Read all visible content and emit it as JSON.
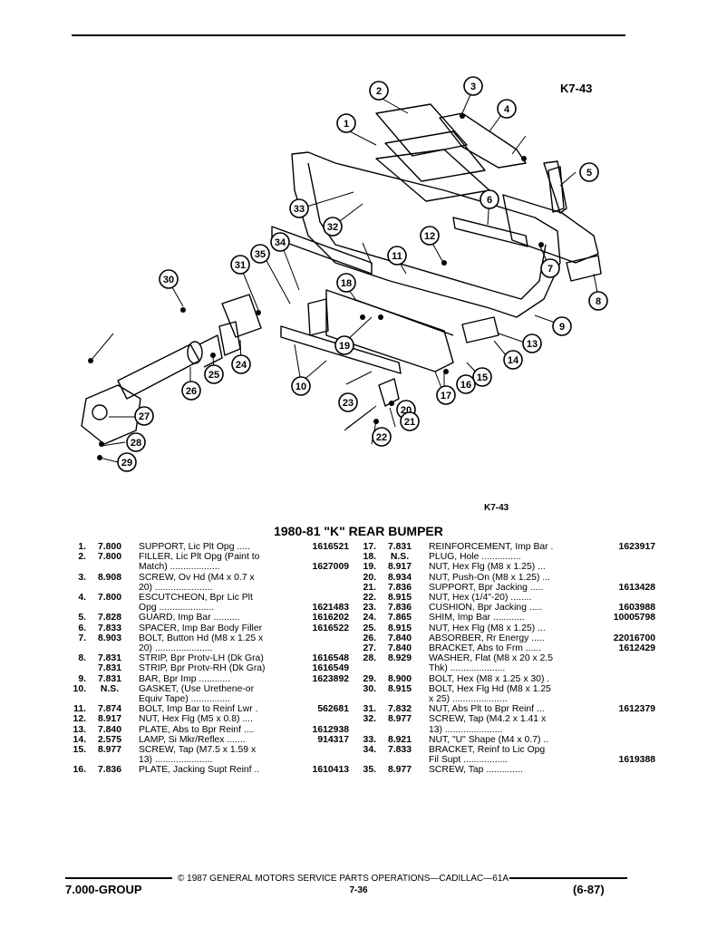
{
  "figure_ref_top": "K7-43",
  "figure_ref_bottom": "K7-43",
  "title": "1980-81 \"K\" REAR BUMPER",
  "callouts": [
    "1",
    "2",
    "3",
    "4",
    "5",
    "6",
    "7",
    "8",
    "9",
    "10",
    "11",
    "12",
    "13",
    "14",
    "15",
    "16",
    "17",
    "18",
    "19",
    "20",
    "21",
    "22",
    "23",
    "24",
    "25",
    "26",
    "27",
    "28",
    "29",
    "30",
    "31",
    "32",
    "33",
    "34",
    "35"
  ],
  "parts_left": [
    {
      "num": "1.",
      "grp": "7.800",
      "desc": "SUPPORT, Lic Plt Opg .....",
      "pn": "1616521"
    },
    {
      "num": "2.",
      "grp": "7.800",
      "desc": "FILLER, Lic Plt Opg (Paint to\nMatch) ...................",
      "pn": "1627009"
    },
    {
      "num": "3.",
      "grp": "8.908",
      "desc": "SCREW, Ov Hd (M4 x 0.7 x\n20) ......................",
      "pn": ""
    },
    {
      "num": "4.",
      "grp": "7.800",
      "desc": "ESCUTCHEON, Bpr Lic Plt\nOpg .....................",
      "pn": "1621483"
    },
    {
      "num": "5.",
      "grp": "7.828",
      "desc": "GUARD, Imp Bar ..........",
      "pn": "1616202"
    },
    {
      "num": "6.",
      "grp": "7.833",
      "desc": "SPACER, Imp Bar Body Filler",
      "pn": "1616522"
    },
    {
      "num": "7.",
      "grp": "8.903",
      "desc": "BOLT, Button Hd (M8 x 1.25 x\n20) ......................",
      "pn": ""
    },
    {
      "num": "8.",
      "grp": "7.831",
      "desc": "STRIP, Bpr Protv-LH (Dk Gra)",
      "pn": "1616548"
    },
    {
      "num": "",
      "grp": "7.831",
      "desc": "STRIP, Bpr Protv-RH (Dk Gra)",
      "pn": "1616549"
    },
    {
      "num": "9.",
      "grp": "7.831",
      "desc": "BAR, Bpr Imp ............",
      "pn": "1623892"
    },
    {
      "num": "10.",
      "grp": "N.S.",
      "desc": "GASKET, (Use Urethene-or\nEquiv Tape) ...............",
      "pn": ""
    },
    {
      "num": "11.",
      "grp": "7.874",
      "desc": "BOLT, Imp Bar to Reinf Lwr .",
      "pn": "562681"
    },
    {
      "num": "12.",
      "grp": "8.917",
      "desc": "NUT, Hex Flg (M5 x 0.8) ....",
      "pn": ""
    },
    {
      "num": "13.",
      "grp": "7.840",
      "desc": "PLATE, Abs to Bpr Reinf ....",
      "pn": "1612938"
    },
    {
      "num": "14.",
      "grp": "2.575",
      "desc": "LAMP, Si Mkr/Reflex .......",
      "pn": "914317"
    },
    {
      "num": "15.",
      "grp": "8.977",
      "desc": "SCREW, Tap (M7.5 x 1.59 x\n13) ......................",
      "pn": ""
    },
    {
      "num": "16.",
      "grp": "7.836",
      "desc": "PLATE, Jacking Supt Reinf ..",
      "pn": "1610413"
    }
  ],
  "parts_right": [
    {
      "num": "17.",
      "grp": "7.831",
      "desc": "REINFORCEMENT, Imp Bar .",
      "pn": "1623917"
    },
    {
      "num": "18.",
      "grp": "N.S.",
      "desc": "PLUG, Hole ...............",
      "pn": ""
    },
    {
      "num": "19.",
      "grp": "8.917",
      "desc": "NUT, Hex Flg (M8 x 1.25) ...",
      "pn": ""
    },
    {
      "num": "20.",
      "grp": "8.934",
      "desc": "NUT, Push-On (M8 x 1.25) ...",
      "pn": ""
    },
    {
      "num": "21.",
      "grp": "7.836",
      "desc": "SUPPORT, Bpr Jacking .....",
      "pn": "1613428"
    },
    {
      "num": "22.",
      "grp": "8.915",
      "desc": "NUT, Hex (1/4\"-20) ........",
      "pn": ""
    },
    {
      "num": "23.",
      "grp": "7.836",
      "desc": "CUSHION, Bpr Jacking .....",
      "pn": "1603988"
    },
    {
      "num": "24.",
      "grp": "7.865",
      "desc": "SHIM, Imp Bar ............",
      "pn": "10005798"
    },
    {
      "num": "25.",
      "grp": "8.915",
      "desc": "NUT, Hex Flg (M8 x 1.25) ...",
      "pn": ""
    },
    {
      "num": "26.",
      "grp": "7.840",
      "desc": "ABSORBER, Rr Energy .....",
      "pn": "22016700"
    },
    {
      "num": "27.",
      "grp": "7.840",
      "desc": "BRACKET, Abs to Frm ......",
      "pn": "1612429"
    },
    {
      "num": "28.",
      "grp": "8.929",
      "desc": "WASHER, Flat (M8 x 20 x 2.5\nThk) .....................",
      "pn": ""
    },
    {
      "num": "29.",
      "grp": "8.900",
      "desc": "BOLT, Hex (M8 x 1.25 x 30) .",
      "pn": ""
    },
    {
      "num": "30.",
      "grp": "8.915",
      "desc": "BOLT, Hex Flg Hd (M8 x 1.25\nx 25) .....................",
      "pn": ""
    },
    {
      "num": "31.",
      "grp": "7.832",
      "desc": "NUT, Abs Plt to Bpr Reinf ...",
      "pn": "1612379"
    },
    {
      "num": "32.",
      "grp": "8.977",
      "desc": "SCREW, Tap (M4.2 x 1.41 x\n13) ......................",
      "pn": ""
    },
    {
      "num": "33.",
      "grp": "8.921",
      "desc": "NUT, \"U\" Shape (M4 x 0.7) ..",
      "pn": ""
    },
    {
      "num": "34.",
      "grp": "7.833",
      "desc": "BRACKET, Reinf to Lic Opg\nFil Supt .................",
      "pn": "1619388"
    },
    {
      "num": "35.",
      "grp": "8.977",
      "desc": "SCREW, Tap ..............",
      "pn": ""
    }
  ],
  "footer": {
    "group": "7.000-GROUP",
    "copyright": "© 1987  GENERAL MOTORS SERVICE PARTS OPERATIONS—CADILLAC—61A",
    "page": "7-36",
    "date": "(6-87)"
  }
}
